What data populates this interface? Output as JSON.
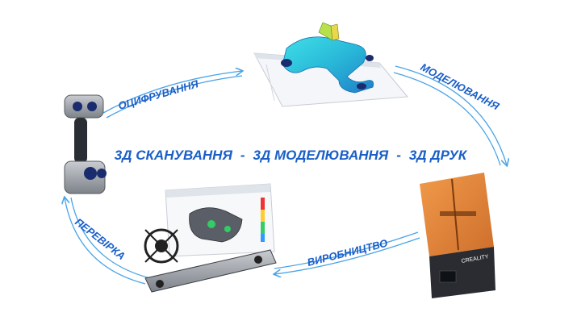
{
  "center": {
    "part1": "3Д СКАНУВАННЯ",
    "sep1": "-",
    "part2": "3Д МОДЕЛЮВАННЯ",
    "sep2": "-",
    "part3": "3Д ДРУК"
  },
  "stages": {
    "digitizing": "ОЦИФРУВАННЯ",
    "modeling": "МОДЕЛЮВАННЯ",
    "production": "ВИРОБНИЦТВО",
    "inspection": "ПЕРЕВІРКА"
  },
  "printer_brand": "CREALITY",
  "colors": {
    "accent": "#1a5fc8",
    "cycle_line": "#4aa3e6",
    "printer_lid": "#e8781e"
  }
}
